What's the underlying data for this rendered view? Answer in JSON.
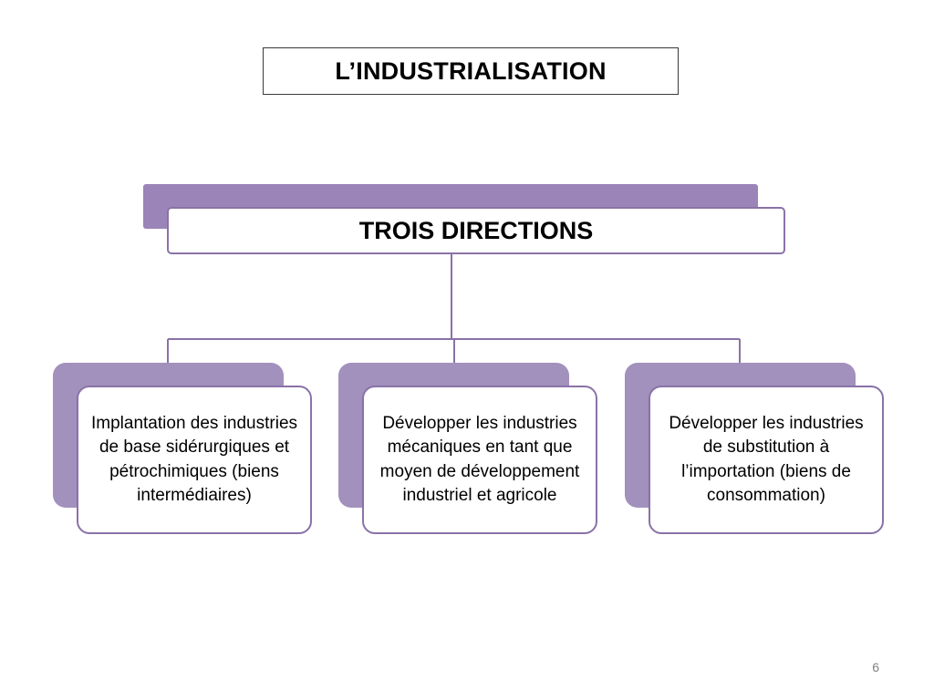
{
  "title": "L’INDUSTRIALISATION",
  "root": {
    "label": "TROIS DIRECTIONS"
  },
  "children": [
    {
      "label": "Implantation des industries de base sidérurgiques et pétrochimiques (biens intermédiaires)"
    },
    {
      "label": "Développer les industries mécaniques en tant que moyen de développement industriel et agricole"
    },
    {
      "label": "Développer les industries de substitution à l’importation (biens de consommation)"
    }
  ],
  "page_number": "6",
  "colors": {
    "accent_fill": "#9a84b8",
    "accent_border": "#8a72a8",
    "connector": "#8a72a8"
  }
}
